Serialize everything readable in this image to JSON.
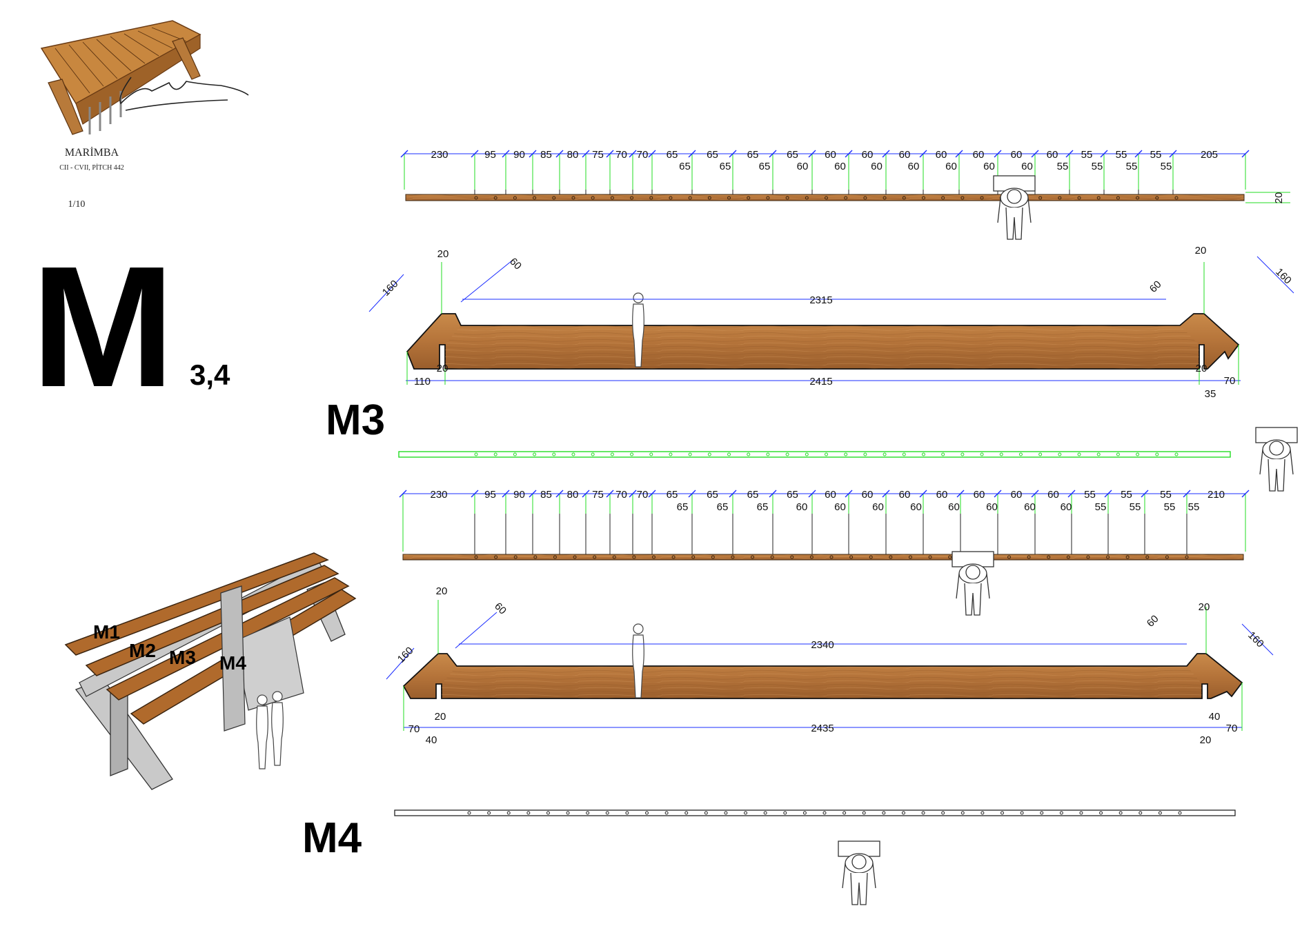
{
  "header": {
    "instrument": "MARİMBA",
    "range": "CII - CVII, PİTCH 442",
    "scale": "1/10",
    "sheet_letter": "M",
    "sheet_sub": "3,4"
  },
  "sections": {
    "m3": "M3",
    "m4": "M4"
  },
  "callouts": [
    "M1",
    "M2",
    "M3",
    "M4"
  ],
  "colors": {
    "wood": "#b5743a",
    "dim_line": "#1a2cff",
    "ext_line": "#22dd22",
    "outline": "#111111"
  },
  "m3": {
    "top_row": [
      "230",
      "95",
      "90",
      "85",
      "80",
      "75",
      "70",
      "70",
      "65",
      "65",
      "65",
      "65",
      "60",
      "60",
      "60",
      "60",
      "60",
      "60",
      "60",
      "55",
      "55",
      "55",
      "205"
    ],
    "bottom_row": [
      "65",
      "65",
      "65",
      "60",
      "60",
      "60",
      "60",
      "60",
      "60",
      "60",
      "55",
      "55",
      "55",
      "55"
    ],
    "thickness": "20",
    "side": {
      "slope_left": "160",
      "slope_right": "160",
      "notch_top_left": "20",
      "notch_top_right": "20",
      "bevel_left": "60",
      "bevel_right": "60",
      "top_length": "2315",
      "slot_left": "20",
      "slot_right": "20",
      "end_left": "110",
      "total_length": "2415",
      "end_right": "70",
      "end_right_small": "35"
    }
  },
  "m4": {
    "top_row": [
      "230",
      "95",
      "90",
      "85",
      "80",
      "75",
      "70",
      "70",
      "65",
      "65",
      "65",
      "65",
      "60",
      "60",
      "60",
      "60",
      "60",
      "60",
      "60",
      "55",
      "55",
      "55",
      "210"
    ],
    "bottom_row": [
      "65",
      "65",
      "65",
      "60",
      "60",
      "60",
      "60",
      "60",
      "60",
      "60",
      "60",
      "55",
      "55",
      "55",
      "55"
    ],
    "side": {
      "slope_left": "160",
      "slope_right": "160",
      "notch_top_left": "20",
      "notch_top_right": "20",
      "bevel_left": "60",
      "bevel_right": "60",
      "top_length": "2340",
      "slot_left": "20",
      "slot_right": "40",
      "end_left": "70",
      "end_left_small": "40",
      "total_length": "2435",
      "end_right": "70",
      "end_right_small": "20"
    }
  }
}
